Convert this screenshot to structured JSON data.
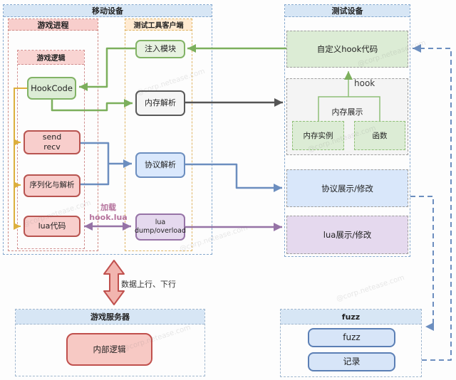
{
  "watermark": {
    "text": "@corp.netease.com"
  },
  "containers": {
    "mobile_device": {
      "title": "移动设备"
    },
    "game_process": {
      "title": "游戏进程"
    },
    "game_logic": {
      "title": "游戏逻辑"
    },
    "test_tool_client": {
      "title": "测试工具客户端"
    },
    "test_device": {
      "title": "测试设备"
    },
    "game_server": {
      "title": "游戏服务器"
    },
    "fuzz_panel": {
      "title": "fuzz"
    }
  },
  "nodes": {
    "hookcode": {
      "label": "HookCode"
    },
    "send_recv": {
      "line1": "send",
      "line2": "recv"
    },
    "serialize": {
      "label": "序列化与解析"
    },
    "lua_code": {
      "label": "lua代码"
    },
    "inject_module": {
      "label": "注入模块"
    },
    "memory_parse": {
      "label": "内存解析"
    },
    "protocol_parse": {
      "label": "协议解析"
    },
    "lua_dump": {
      "line1": "lua",
      "line2": "dump/overload"
    },
    "custom_hook": {
      "label": "自定义hook代码"
    },
    "memory_display": {
      "label": "内存展示"
    },
    "memory_instance": {
      "label": "内存实例"
    },
    "function_node": {
      "label": "函数"
    },
    "protocol_display": {
      "label": "协议展示/修改"
    },
    "lua_display": {
      "label": "lua展示/修改"
    },
    "internal_logic": {
      "label": "内部逻辑"
    },
    "fuzz": {
      "label": "fuzz"
    },
    "record": {
      "label": "记录"
    }
  },
  "edge_labels": {
    "hook": "hook",
    "load_hook": {
      "line1": "加载",
      "line2": "hook.lua"
    },
    "data_flow": "数据上行、下行"
  },
  "colors": {
    "green_stroke": "#82b366",
    "green_fill": "#dcecd5",
    "red_stroke": "#b85450",
    "red_fill": "#f8cecc",
    "blue_stroke": "#6c8ebf",
    "blue_fill": "#dae8fc",
    "purple_stroke": "#9673a6",
    "purple_fill": "#e5d9ee",
    "gray_stroke": "#595959",
    "gray_fill": "#f5f5f5",
    "yellow_stroke": "#dcaf3c",
    "orange_header_fill": "#ffead1",
    "header_blue_fill": "#d7e6f5",
    "arrow_red_fill": "#f2b5af",
    "arrow_red_stroke": "#c0504d"
  }
}
